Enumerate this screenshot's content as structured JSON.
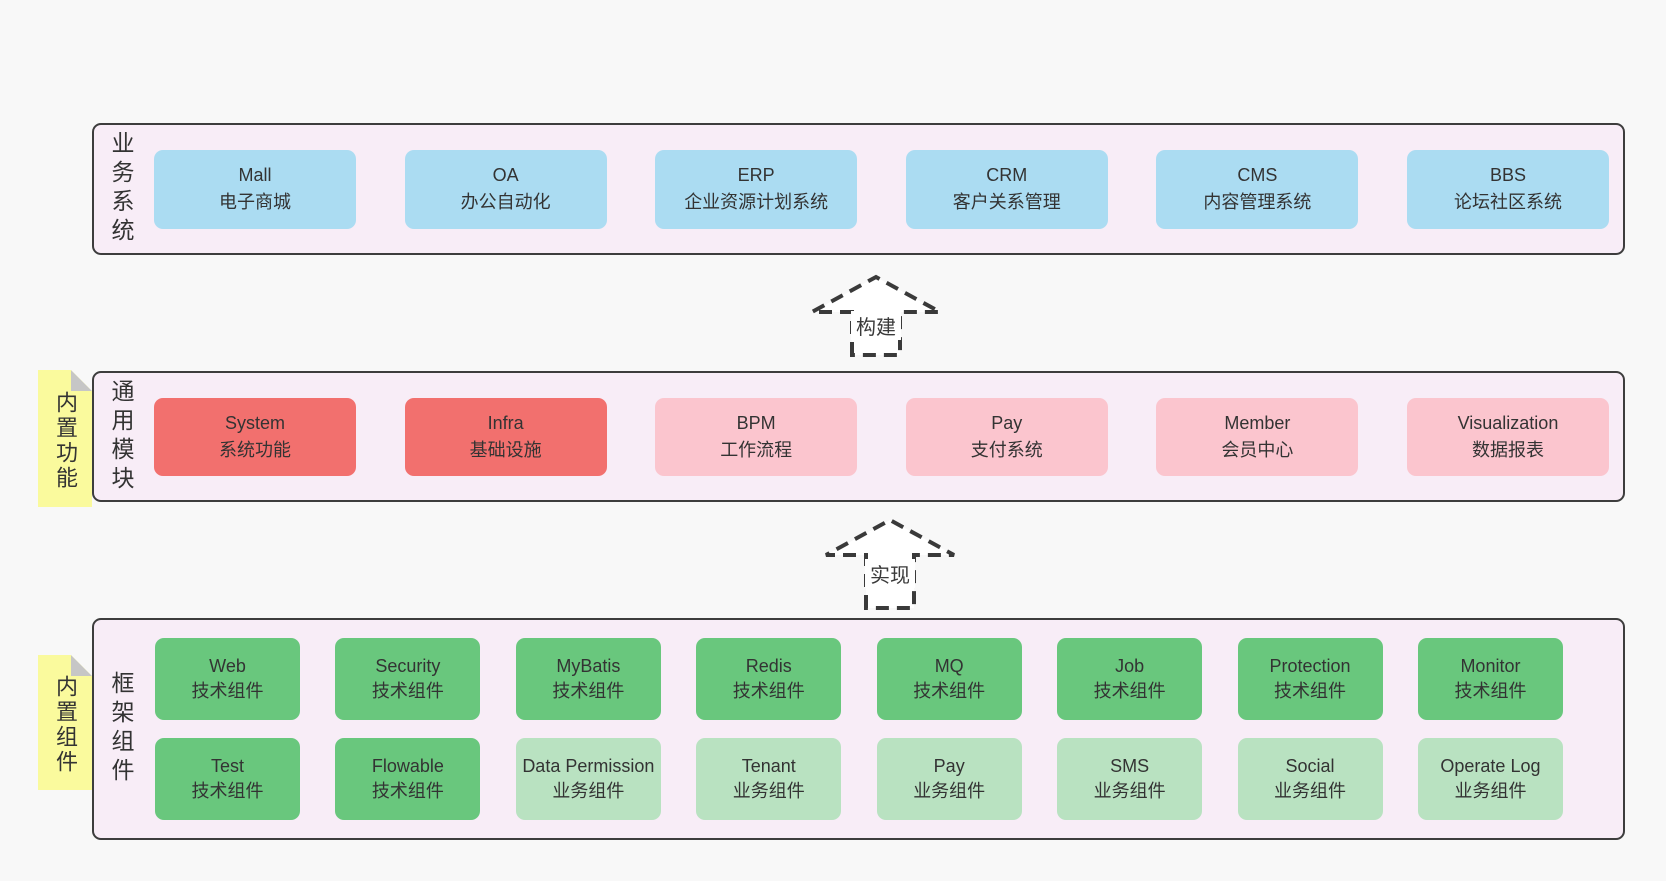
{
  "bands": [
    {
      "label": "业务系统",
      "boxes": [
        {
          "en": "Mall",
          "zh": "电子商城",
          "type": "blue"
        },
        {
          "en": "OA",
          "zh": "办公自动化",
          "type": "blue"
        },
        {
          "en": "ERP",
          "zh": "企业资源计划系统",
          "type": "blue"
        },
        {
          "en": "CRM",
          "zh": "客户关系管理",
          "type": "blue"
        },
        {
          "en": "CMS",
          "zh": "内容管理系统",
          "type": "blue"
        },
        {
          "en": "BBS",
          "zh": "论坛社区系统",
          "type": "blue"
        }
      ]
    },
    {
      "label": "通用模块",
      "note": "内置功能",
      "boxes": [
        {
          "en": "System",
          "zh": "系统功能",
          "type": "red"
        },
        {
          "en": "Infra",
          "zh": "基础设施",
          "type": "red"
        },
        {
          "en": "BPM",
          "zh": "工作流程",
          "type": "pink"
        },
        {
          "en": "Pay",
          "zh": "支付系统",
          "type": "pink"
        },
        {
          "en": "Member",
          "zh": "会员中心",
          "type": "pink"
        },
        {
          "en": "Visualization",
          "zh": "数据报表",
          "type": "pink"
        }
      ]
    },
    {
      "label": "框架组件",
      "note": "内置组件",
      "rows": [
        [
          {
            "en": "Web",
            "zh": "技术组件",
            "type": "green"
          },
          {
            "en": "Security",
            "zh": "技术组件",
            "type": "green"
          },
          {
            "en": "MyBatis",
            "zh": "技术组件",
            "type": "green"
          },
          {
            "en": "Redis",
            "zh": "技术组件",
            "type": "green"
          },
          {
            "en": "MQ",
            "zh": "技术组件",
            "type": "green"
          },
          {
            "en": "Job",
            "zh": "技术组件",
            "type": "green"
          },
          {
            "en": "Protection",
            "zh": "技术组件",
            "type": "green"
          },
          {
            "en": "Monitor",
            "zh": "技术组件",
            "type": "green"
          }
        ],
        [
          {
            "en": "Test",
            "zh": "技术组件",
            "type": "green"
          },
          {
            "en": "Flowable",
            "zh": "技术组件",
            "type": "green"
          },
          {
            "en": "Data Permission",
            "zh": "业务组件",
            "type": "green-light"
          },
          {
            "en": "Tenant",
            "zh": "业务组件",
            "type": "green-light"
          },
          {
            "en": "Pay",
            "zh": "业务组件",
            "type": "green-light"
          },
          {
            "en": "SMS",
            "zh": "业务组件",
            "type": "green-light"
          },
          {
            "en": "Social",
            "zh": "业务组件",
            "type": "green-light"
          },
          {
            "en": "Operate Log",
            "zh": "业务组件",
            "type": "green-light"
          }
        ]
      ]
    }
  ],
  "arrows": [
    {
      "label": "构建"
    },
    {
      "label": "实现"
    }
  ],
  "colors": {
    "page_bg": "#f8f8f8",
    "band_bg": "#f8edf7",
    "band_border": "#3d3d3d",
    "business_box": "#abdcf2",
    "core_module_box": "#f2706e",
    "optional_module_box": "#fbc5ce",
    "tech_component_box": "#69c77d",
    "biz_component_box": "#b9e2c1",
    "note_bg": "#fafa9d",
    "note_fold": "#c6c6c6",
    "text": "#333333"
  }
}
